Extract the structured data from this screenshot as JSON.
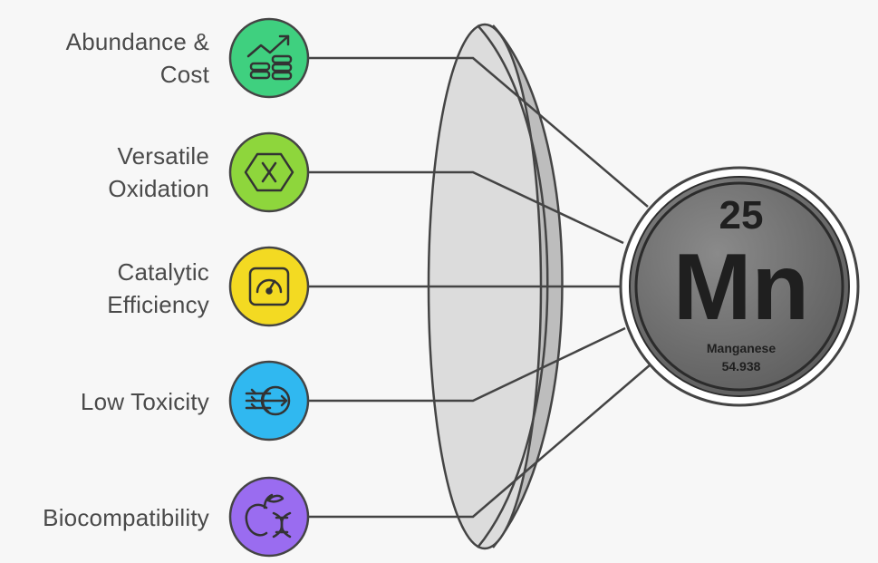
{
  "factors": [
    {
      "label_lines": [
        "Abundance &",
        "Cost"
      ],
      "icon": "growth-coins-icon",
      "color": "#3fd07f"
    },
    {
      "label_lines": [
        "Versatile",
        "Oxidation"
      ],
      "icon": "hexagon-x-icon",
      "color": "#8ed63c"
    },
    {
      "label_lines": [
        "Catalytic",
        "Efficiency"
      ],
      "icon": "gauge-icon",
      "color": "#f3da22"
    },
    {
      "label_lines": [
        "Low Toxicity"
      ],
      "icon": "shield-arrows-icon",
      "color": "#30b8f0"
    },
    {
      "label_lines": [
        "Biocompatibility"
      ],
      "icon": "apple-dna-icon",
      "color": "#9a6cf0"
    }
  ],
  "element": {
    "number": "25",
    "symbol": "Mn",
    "name": "Manganese",
    "mass": "54.938",
    "color": "#6a6a6a"
  }
}
